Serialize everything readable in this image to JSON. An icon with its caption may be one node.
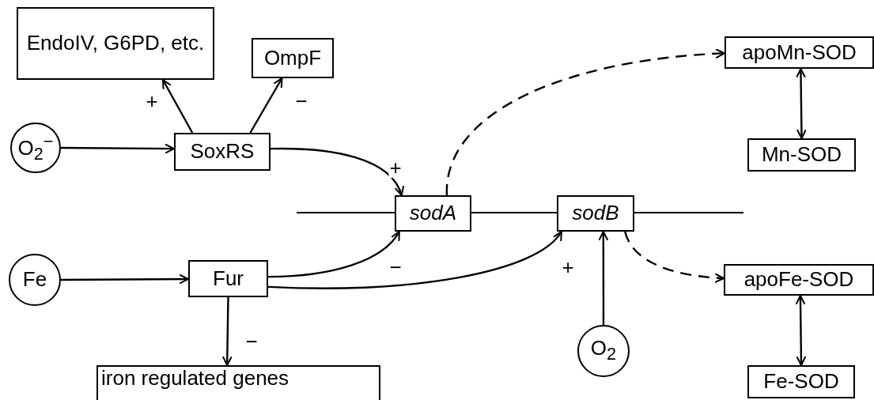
{
  "diagram": {
    "nodes": [
      {
        "text": [
          "EndoIV, G6PD, etc."
        ]
      },
      {
        "text": [
          "OmpF"
        ]
      },
      {
        "text": [
          "O$_{2}$$^{−}$"
        ]
      },
      {
        "text": [
          "SoxRS"
        ]
      },
      {
        "text": [
          "sodA"
        ]
      },
      {
        "text": [
          "sodB"
        ]
      },
      {
        "text": [
          "Fe"
        ]
      },
      {
        "text": [
          "Fur"
        ]
      },
      {
        "text": [
          "iron regulated genes"
        ]
      },
      {
        "text": [
          "O$_{2}$"
        ]
      },
      {
        "text": [
          "apoMn-SOD"
        ]
      },
      {
        "text": [
          "Mn-SOD"
        ]
      },
      {
        "text": [
          "apoFe-SOD"
        ]
      },
      {
        "text": [
          "Fe-SOD"
        ]
      }
    ],
    "edges": [
      {
        "from": 2,
        "to": 3,
        "arrow": "to"
      },
      {
        "from": 3,
        "to": 0,
        "arrow": "to",
        "label": "+"
      },
      {
        "from": 3,
        "to": 1,
        "arrow": "to",
        "label": "−"
      },
      {
        "from": 3,
        "to": 4,
        "arrow": "to",
        "label": "+"
      },
      {
        "from": 6,
        "to": 7,
        "arrow": "to"
      },
      {
        "from": 7,
        "to": 4,
        "arrow": "to",
        "label": "−"
      },
      {
        "from": 7,
        "to": 5,
        "arrow": "to",
        "label": "+"
      },
      {
        "from": 7,
        "to": 8,
        "arrow": "to",
        "label": "−"
      },
      {
        "from": 9,
        "to": 5,
        "arrow": "to"
      },
      {
        "from": 4,
        "to": 10,
        "arrow": "to",
        "style": "dashed"
      },
      {
        "from": 5,
        "to": 12,
        "arrow": "to",
        "style": "dashed"
      },
      {
        "from": 10,
        "to": 11,
        "arrow": "both"
      },
      {
        "from": 12,
        "to": 13,
        "arrow": "both"
      }
    ]
  }
}
